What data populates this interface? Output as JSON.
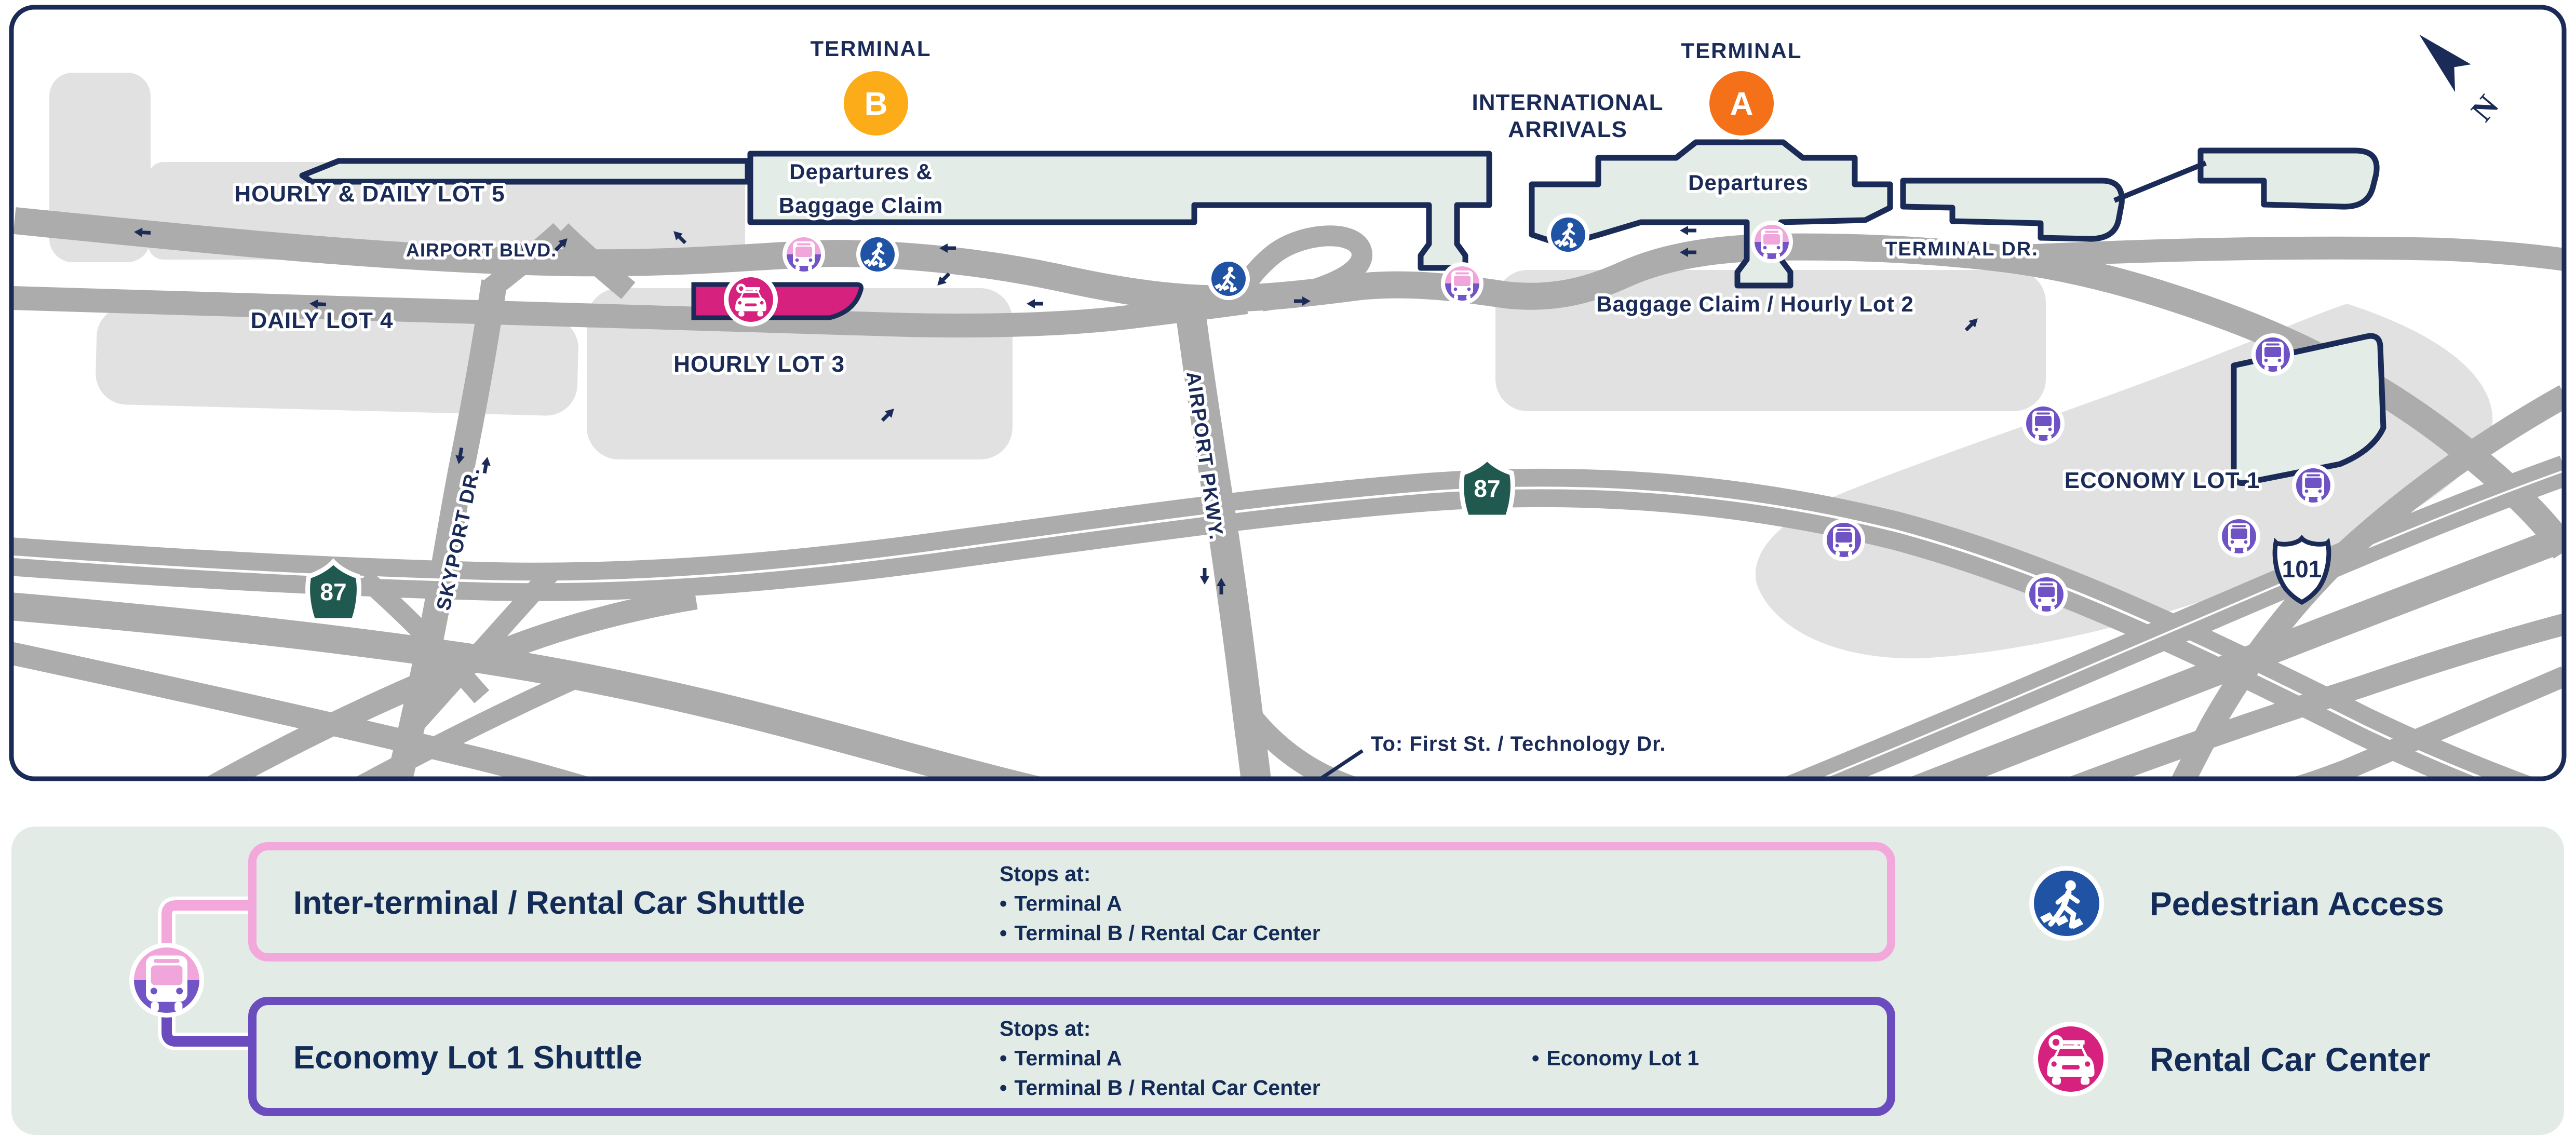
{
  "map": {
    "terminals": [
      {
        "label": "TERMINAL",
        "letter": "B"
      },
      {
        "label": "TERMINAL",
        "letter": "A"
      }
    ],
    "labels": {
      "international_line1": "INTERNATIONAL",
      "international_line2": "ARRIVALS",
      "departures_baggage_line1": "Departures &",
      "departures_baggage_line2": "Baggage Claim",
      "departures": "Departures",
      "baggage_hourly2": "Baggage Claim  /  Hourly Lot 2",
      "terminal_dr": "TERMINAL DR.",
      "hourly_daily_lot5": "HOURLY & DAILY LOT 5",
      "airport_blvd": "AIRPORT BLVD.",
      "daily_lot4": "DAILY LOT 4",
      "hourly_lot3": "HOURLY LOT 3",
      "economy_lot1": "ECONOMY LOT 1",
      "skyport_dr": "SKYPORT DR.",
      "airport_pkwy": "AIRPORT PKWY.",
      "to_first_st": "To: First St. / Technology Dr.",
      "north": "N"
    },
    "shields": {
      "route_87": "87",
      "route_101": "101"
    }
  },
  "legend": {
    "bullet": "•",
    "shuttle_routes": [
      {
        "title": "Inter-terminal / Rental Car Shuttle",
        "stops_heading": "Stops at:",
        "stops": [
          "Terminal A",
          "Terminal B / Rental Car Center"
        ]
      },
      {
        "title": "Economy Lot 1 Shuttle",
        "stops_heading": "Stops at:",
        "stops": [
          "Terminal A",
          "Terminal B / Rental Car Center"
        ],
        "stops_col2": [
          "Economy Lot 1"
        ]
      }
    ],
    "items": [
      {
        "label": "Pedestrian Access"
      },
      {
        "label": "Rental Car Center"
      }
    ]
  },
  "colors": {
    "navy": "#1B2B57",
    "road_gray": "#ACACAC",
    "lot_gray": "#E1E1E1",
    "building_sage": "#E4ECE8",
    "legend_panel": "#E3EBE7",
    "pink": "#F3A8DC",
    "purple": "#6F52C4",
    "purple_border": "#6B4CBF",
    "magenta": "#D6217E",
    "orange_terminal_a": "#F47119",
    "amber_terminal_b": "#FBAC18",
    "blue_pedestrian": "#2053A4",
    "teal_route_87": "#1F5950"
  }
}
